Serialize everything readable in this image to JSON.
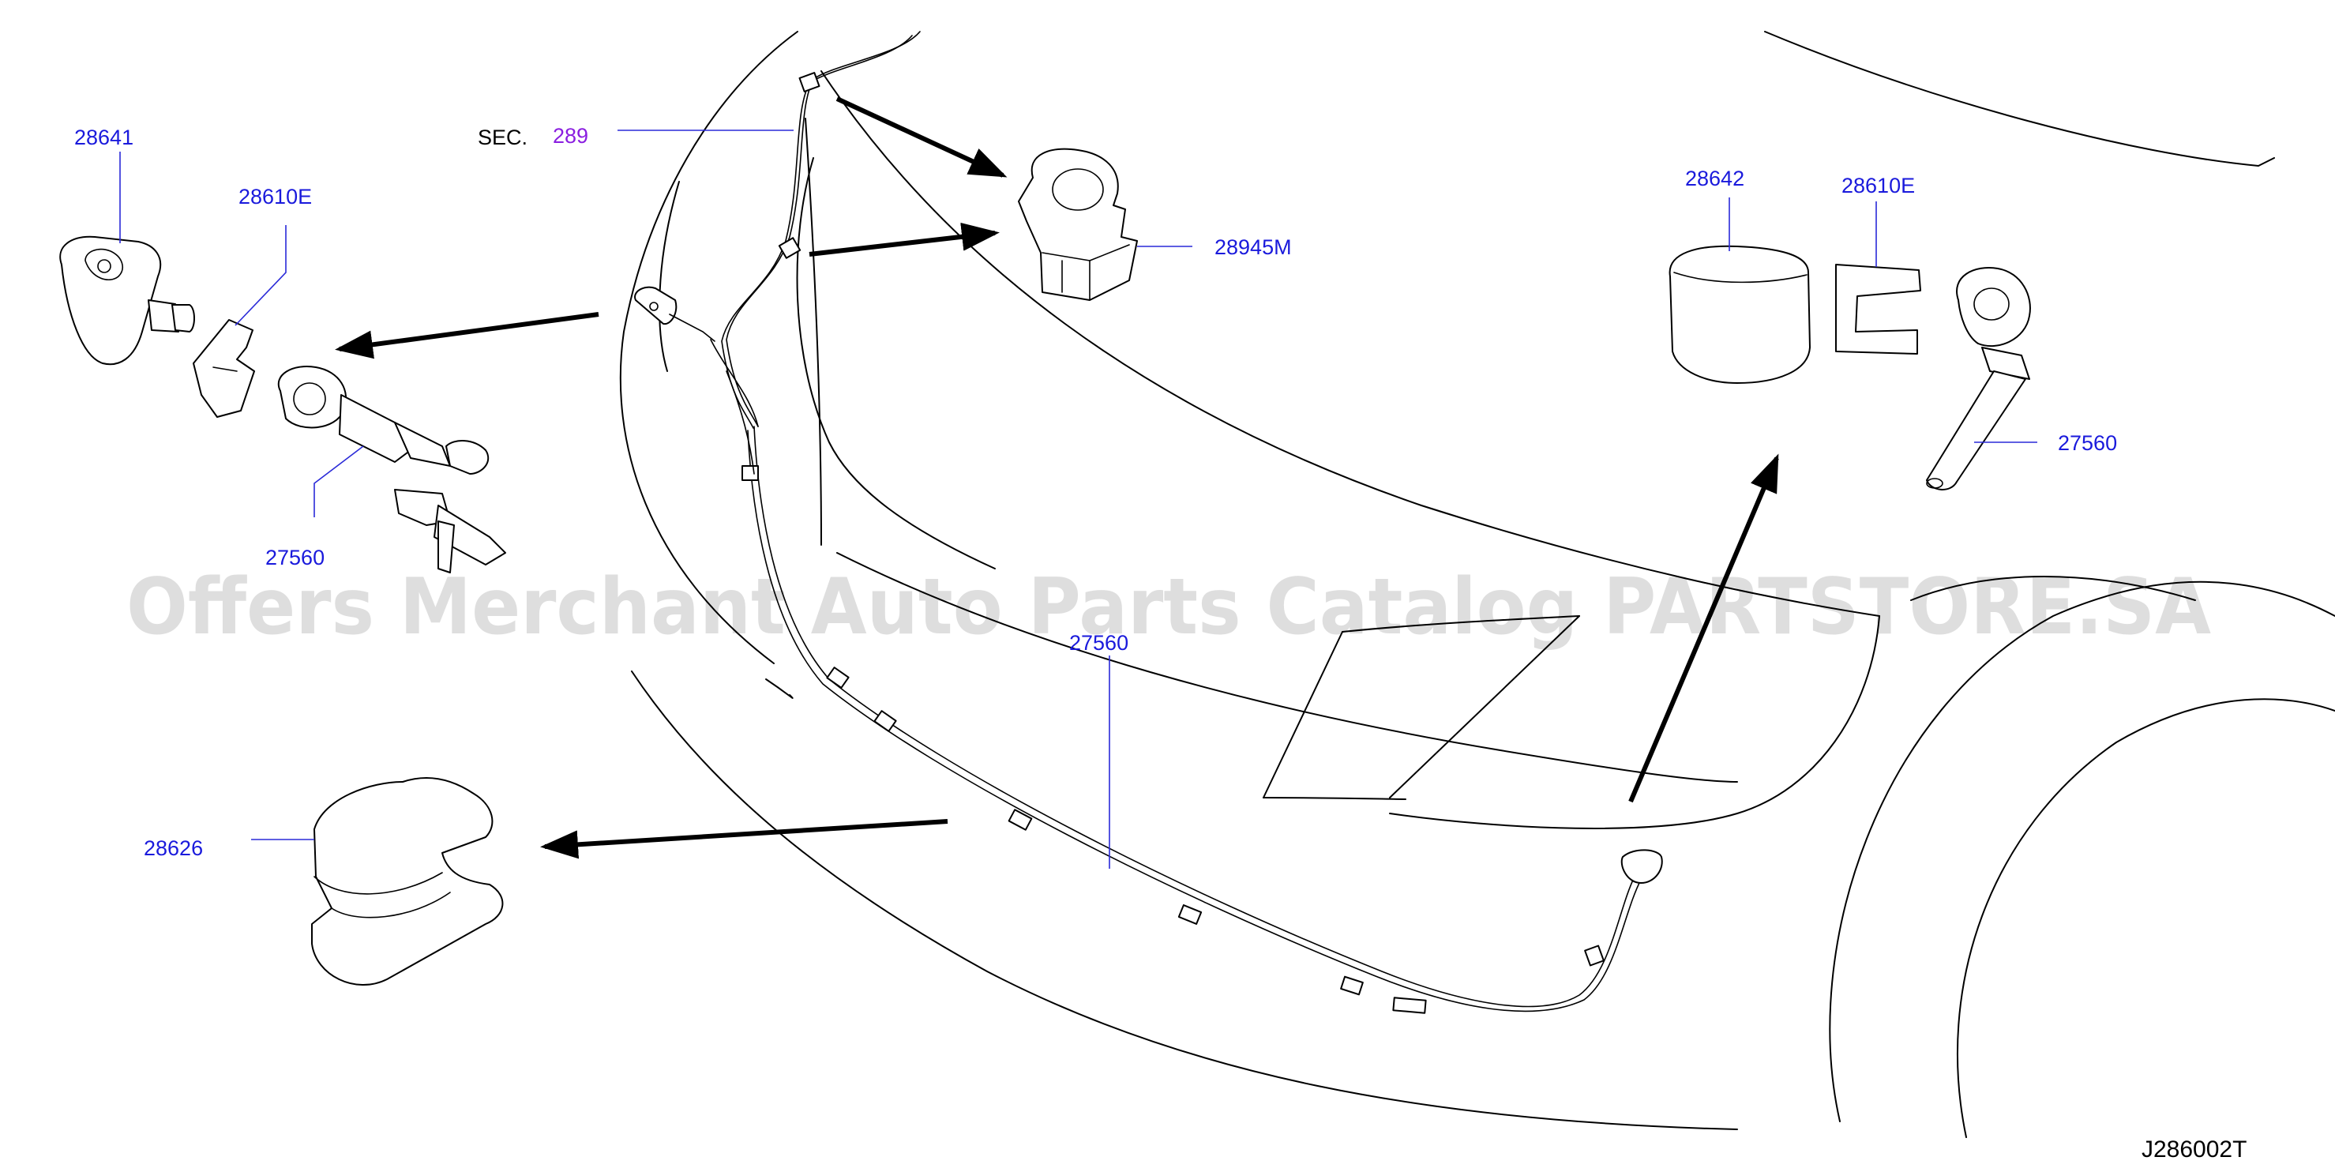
{
  "labels": {
    "l28641": "28641",
    "l28610e_left": "28610E",
    "l27560_left": "27560",
    "sec_prefix": "SEC.",
    "sec_number": "289",
    "l28945m": "28945M",
    "l28642": "28642",
    "l28610e_right": "28610E",
    "l27560_right": "27560",
    "l27560_center": "27560",
    "l28626": "28626"
  },
  "diagram_code": "J286002T",
  "watermark": "Offers Merchant Auto Parts Catalog PARTSTORE.SA",
  "colors": {
    "part_number": "#1a1adc",
    "section_ref": "#8a1ee0",
    "linework": "#000000"
  }
}
